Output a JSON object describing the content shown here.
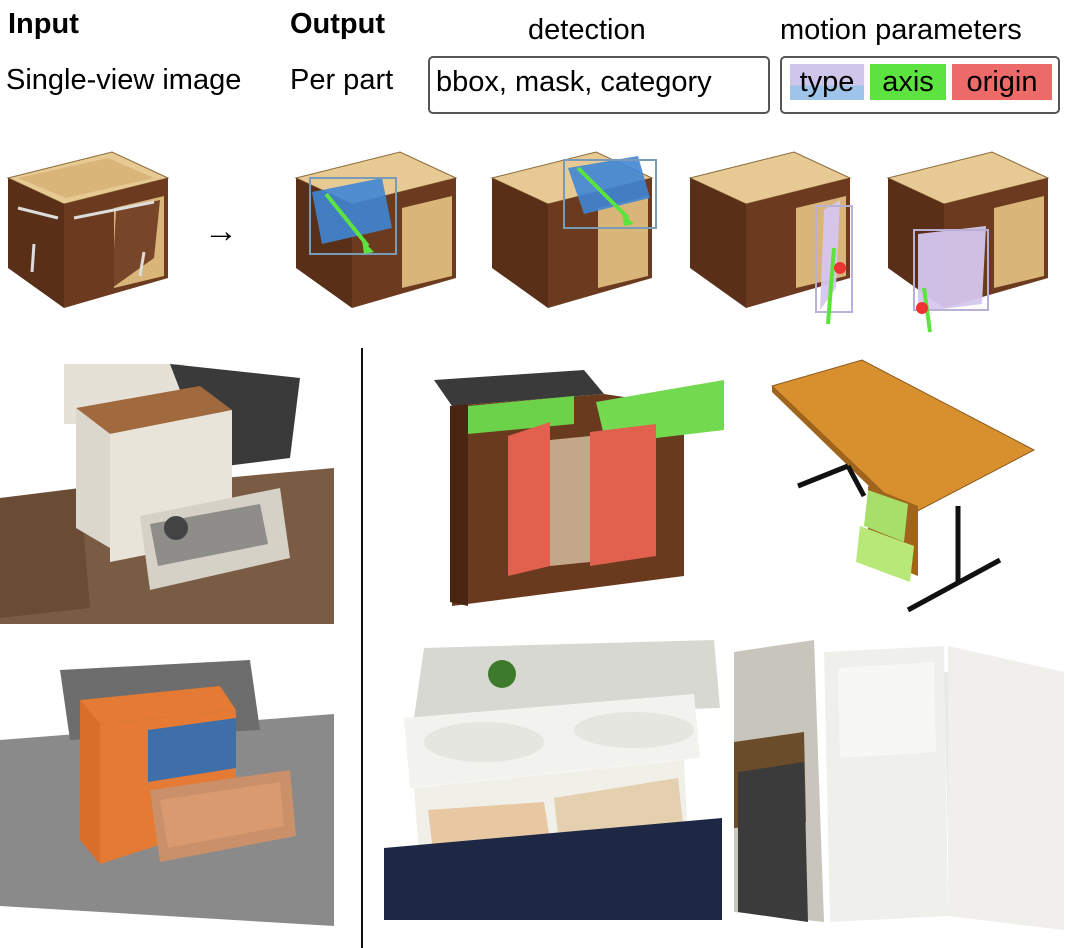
{
  "header": {
    "input_title": "Input",
    "input_sub": "Single-view image",
    "output_title": "Output",
    "output_sub": "Per part",
    "detection_title": "detection",
    "detection_box": "bbox, mask, category",
    "motion_title": "motion parameters",
    "motion_type": "type",
    "motion_axis": "axis",
    "motion_origin": "origin"
  },
  "colors": {
    "type": "#cfc6ec",
    "type_bottom": "#9fc4ea",
    "axis": "#5de33f",
    "origin": "#ec6a68",
    "wood": "#5a2f18",
    "top_wood": "#e7c994",
    "drawer_highlight": "#3f86d4",
    "door_highlight": "#d6c6ee"
  }
}
